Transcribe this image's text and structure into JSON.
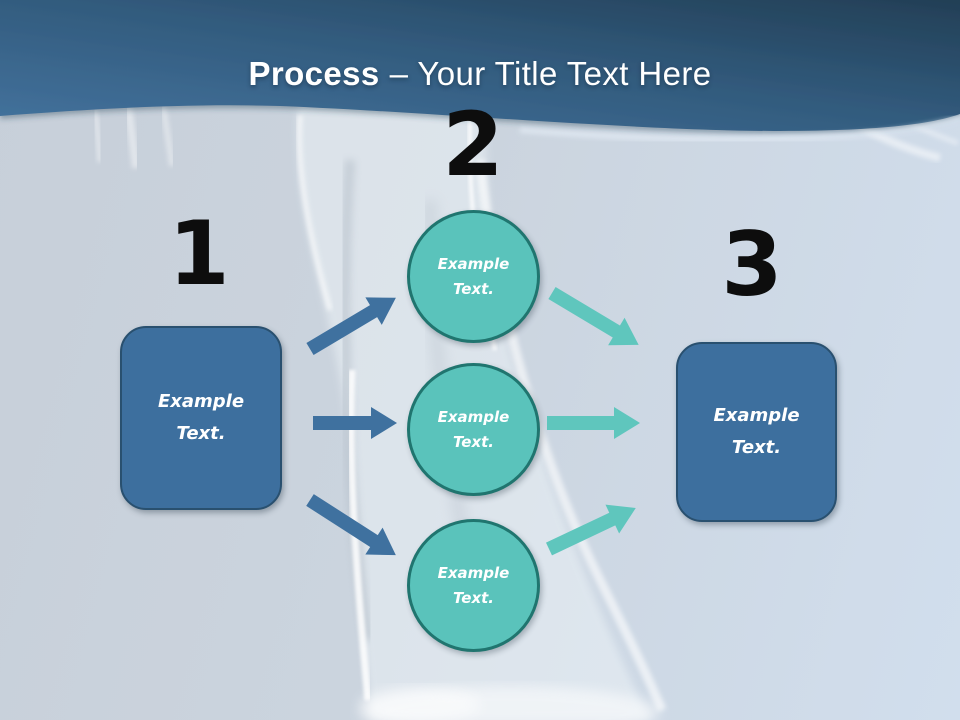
{
  "header": {
    "title_bold": "Process",
    "title_rest": "– Your Title Text Here"
  },
  "diagram": {
    "step1": {
      "number": "1",
      "box_label": "Example Text."
    },
    "step2": {
      "number": "2",
      "circle_labels": [
        "Example Text.",
        "Example Text.",
        "Example Text."
      ]
    },
    "step3": {
      "number": "3",
      "box_label": "Example Text."
    }
  },
  "colors": {
    "header_gradient_dark": "#233f56",
    "header_gradient_light": "#44739e",
    "background_top_left": "#c7cfd9",
    "background_bottom_right": "#d1deed",
    "box_fill": "#3d6f9e",
    "box_border": "#29506f",
    "circle_fill": "#5ac3bb",
    "circle_border": "#20756f",
    "arrow_blue": "#3f719f",
    "arrow_teal": "#5fc6bd",
    "number_color": "#0d0d0d",
    "title_color": "#ffffff"
  }
}
